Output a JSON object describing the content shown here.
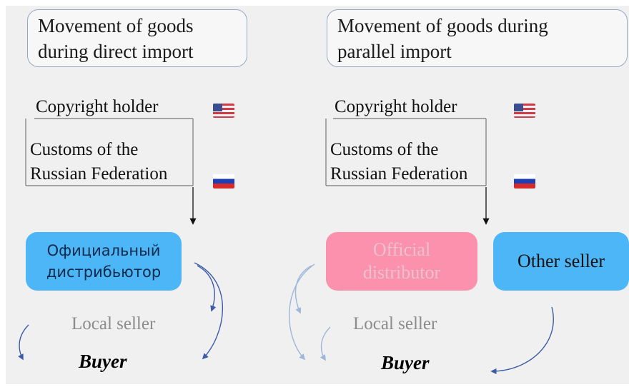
{
  "left": {
    "title": "Movement of goods\nduring direct import",
    "copyright_holder": "Copyright holder",
    "customs_line1": "Customs of the",
    "customs_line2": "Russian Federation",
    "distributor": "Официальный\nдистрибьютор",
    "local_seller": "Local seller",
    "buyer": "Buyer"
  },
  "right": {
    "title": "Movement of goods during\nparallel import",
    "copyright_holder": "Copyright holder",
    "customs_line1": "Customs of the",
    "customs_line2": "Russian Federation",
    "distributor": "Official\ndistributor",
    "other_seller": "Other seller",
    "local_seller": "Local seller",
    "buyer": "Buyer"
  },
  "icons": [
    "us-flag-icon",
    "russian-flag-icon"
  ],
  "colors": {
    "blue_node": "#4db6f7",
    "pink_node": "#fc91ae",
    "arrow": "#3b5ba9",
    "faded_arrow": "#9fb6da"
  }
}
